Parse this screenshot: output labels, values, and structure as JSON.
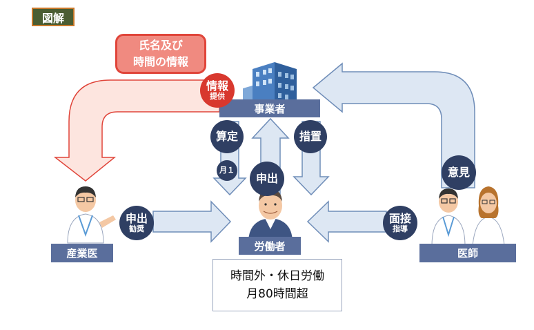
{
  "tag": "図解",
  "callout": {
    "line1": "氏名及び",
    "line2": "時間の情報"
  },
  "nodes": {
    "employer": "事業者",
    "worker": "労働者",
    "industrial_doctor": "産業医",
    "physician": "医師"
  },
  "badges": {
    "info_provide": {
      "main": "情報",
      "sub": "提供"
    },
    "calc": "算定",
    "month1": "月１",
    "measures": "措置",
    "request_center": "申出",
    "request_advice": {
      "main": "申出",
      "sub": "勧奨"
    },
    "interview": {
      "main": "面接",
      "sub": "指導"
    },
    "opinion": "意見"
  },
  "note": {
    "line1": "時間外・休日労働",
    "line2": "月80時間超"
  },
  "colors": {
    "navy": "#2f3f63",
    "bar": "#5a6e9c",
    "red": "#d8382e",
    "arrow_blue": "#dde7f3",
    "arrow_red": "#fde5df"
  }
}
